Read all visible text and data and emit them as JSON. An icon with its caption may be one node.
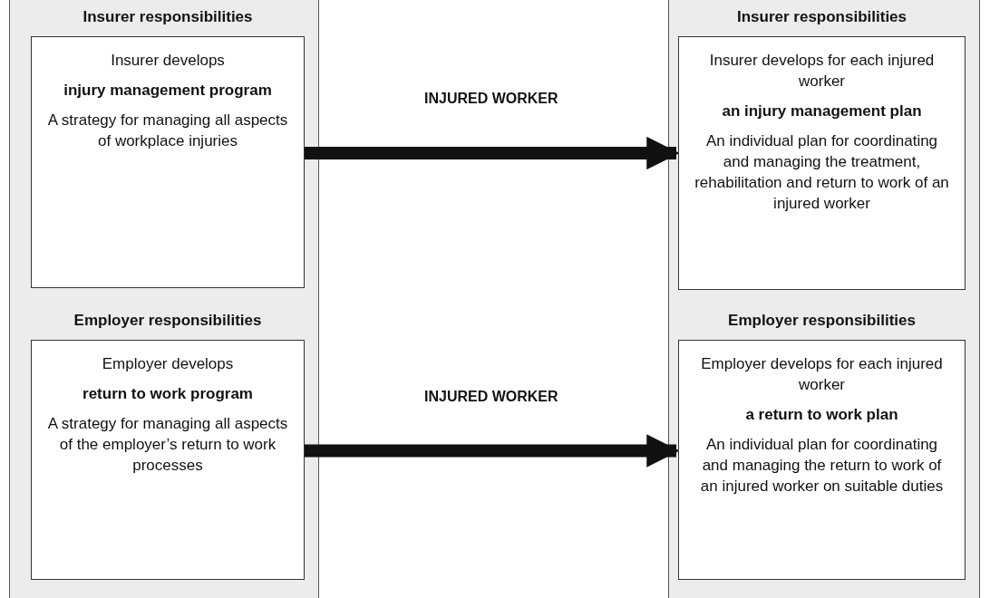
{
  "diagram": {
    "nodes": [
      {
        "text": [
          "Insurer responsibilities",
          "Insurer develops",
          "injury management program",
          "A strategy for managing all aspects of workplace injuries"
        ]
      },
      {
        "text": [
          "Employer responsibilities",
          "Employer develops",
          "return to work program",
          "A strategy for managing all aspects of the employer’s return to work processes"
        ]
      },
      {
        "text": [
          "Insurer responsibilities",
          "Insurer develops for each injured worker",
          "an injury management plan",
          "An individual plan for coordinating and managing the treatment, rehabilitation and return to work of an injured worker"
        ]
      },
      {
        "text": [
          "Employer responsibilities",
          "Employer develops for each injured worker",
          "a return to work plan",
          "An individual plan for coordinating and managing the return to work of an injured worker on suitable duties"
        ]
      }
    ],
    "edges": [
      {
        "from": 0,
        "to": 2,
        "arrow": "to",
        "label": "INJURED WORKER"
      },
      {
        "from": 1,
        "to": 3,
        "arrow": "to",
        "label": "INJURED WORKER"
      }
    ]
  }
}
